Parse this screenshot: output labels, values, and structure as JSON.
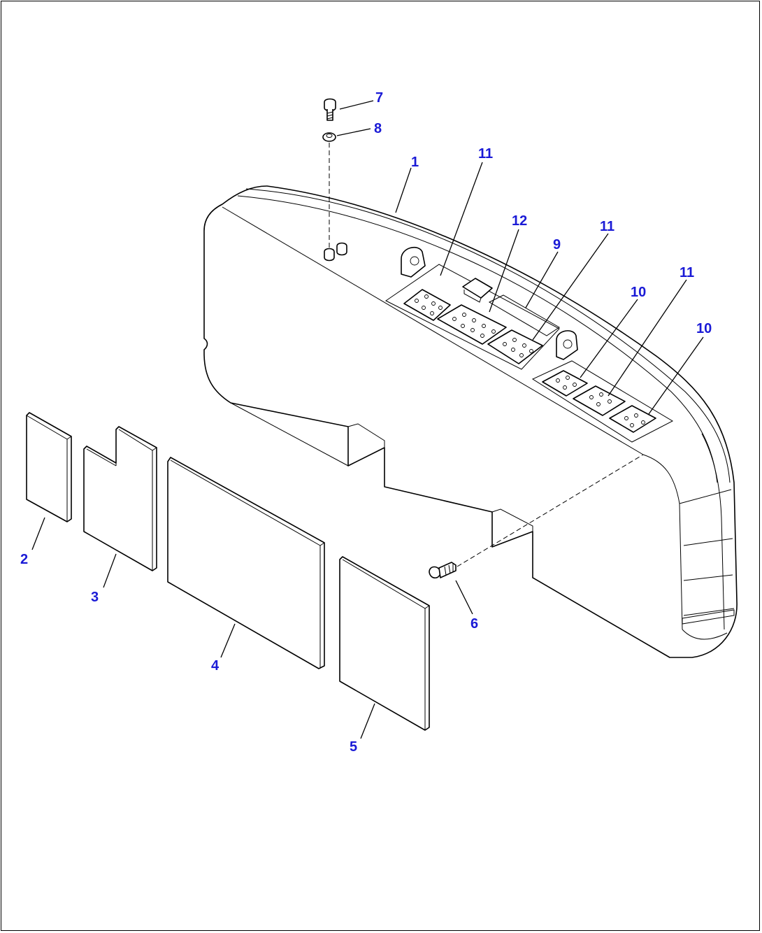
{
  "callouts": [
    {
      "id": "c1",
      "text": "1"
    },
    {
      "id": "c2",
      "text": "2"
    },
    {
      "id": "c3",
      "text": "3"
    },
    {
      "id": "c4",
      "text": "4"
    },
    {
      "id": "c5",
      "text": "5"
    },
    {
      "id": "c6",
      "text": "6"
    },
    {
      "id": "c7",
      "text": "7"
    },
    {
      "id": "c8",
      "text": "8"
    },
    {
      "id": "c9",
      "text": "9"
    },
    {
      "id": "c10a",
      "text": "10"
    },
    {
      "id": "c10b",
      "text": "10"
    },
    {
      "id": "c11a",
      "text": "11"
    },
    {
      "id": "c11b",
      "text": "11"
    },
    {
      "id": "c11c",
      "text": "11"
    },
    {
      "id": "c12",
      "text": "12"
    }
  ],
  "colors": {
    "callout": "#1a1ad6",
    "line": "#000000",
    "paper": "#ffffff"
  }
}
